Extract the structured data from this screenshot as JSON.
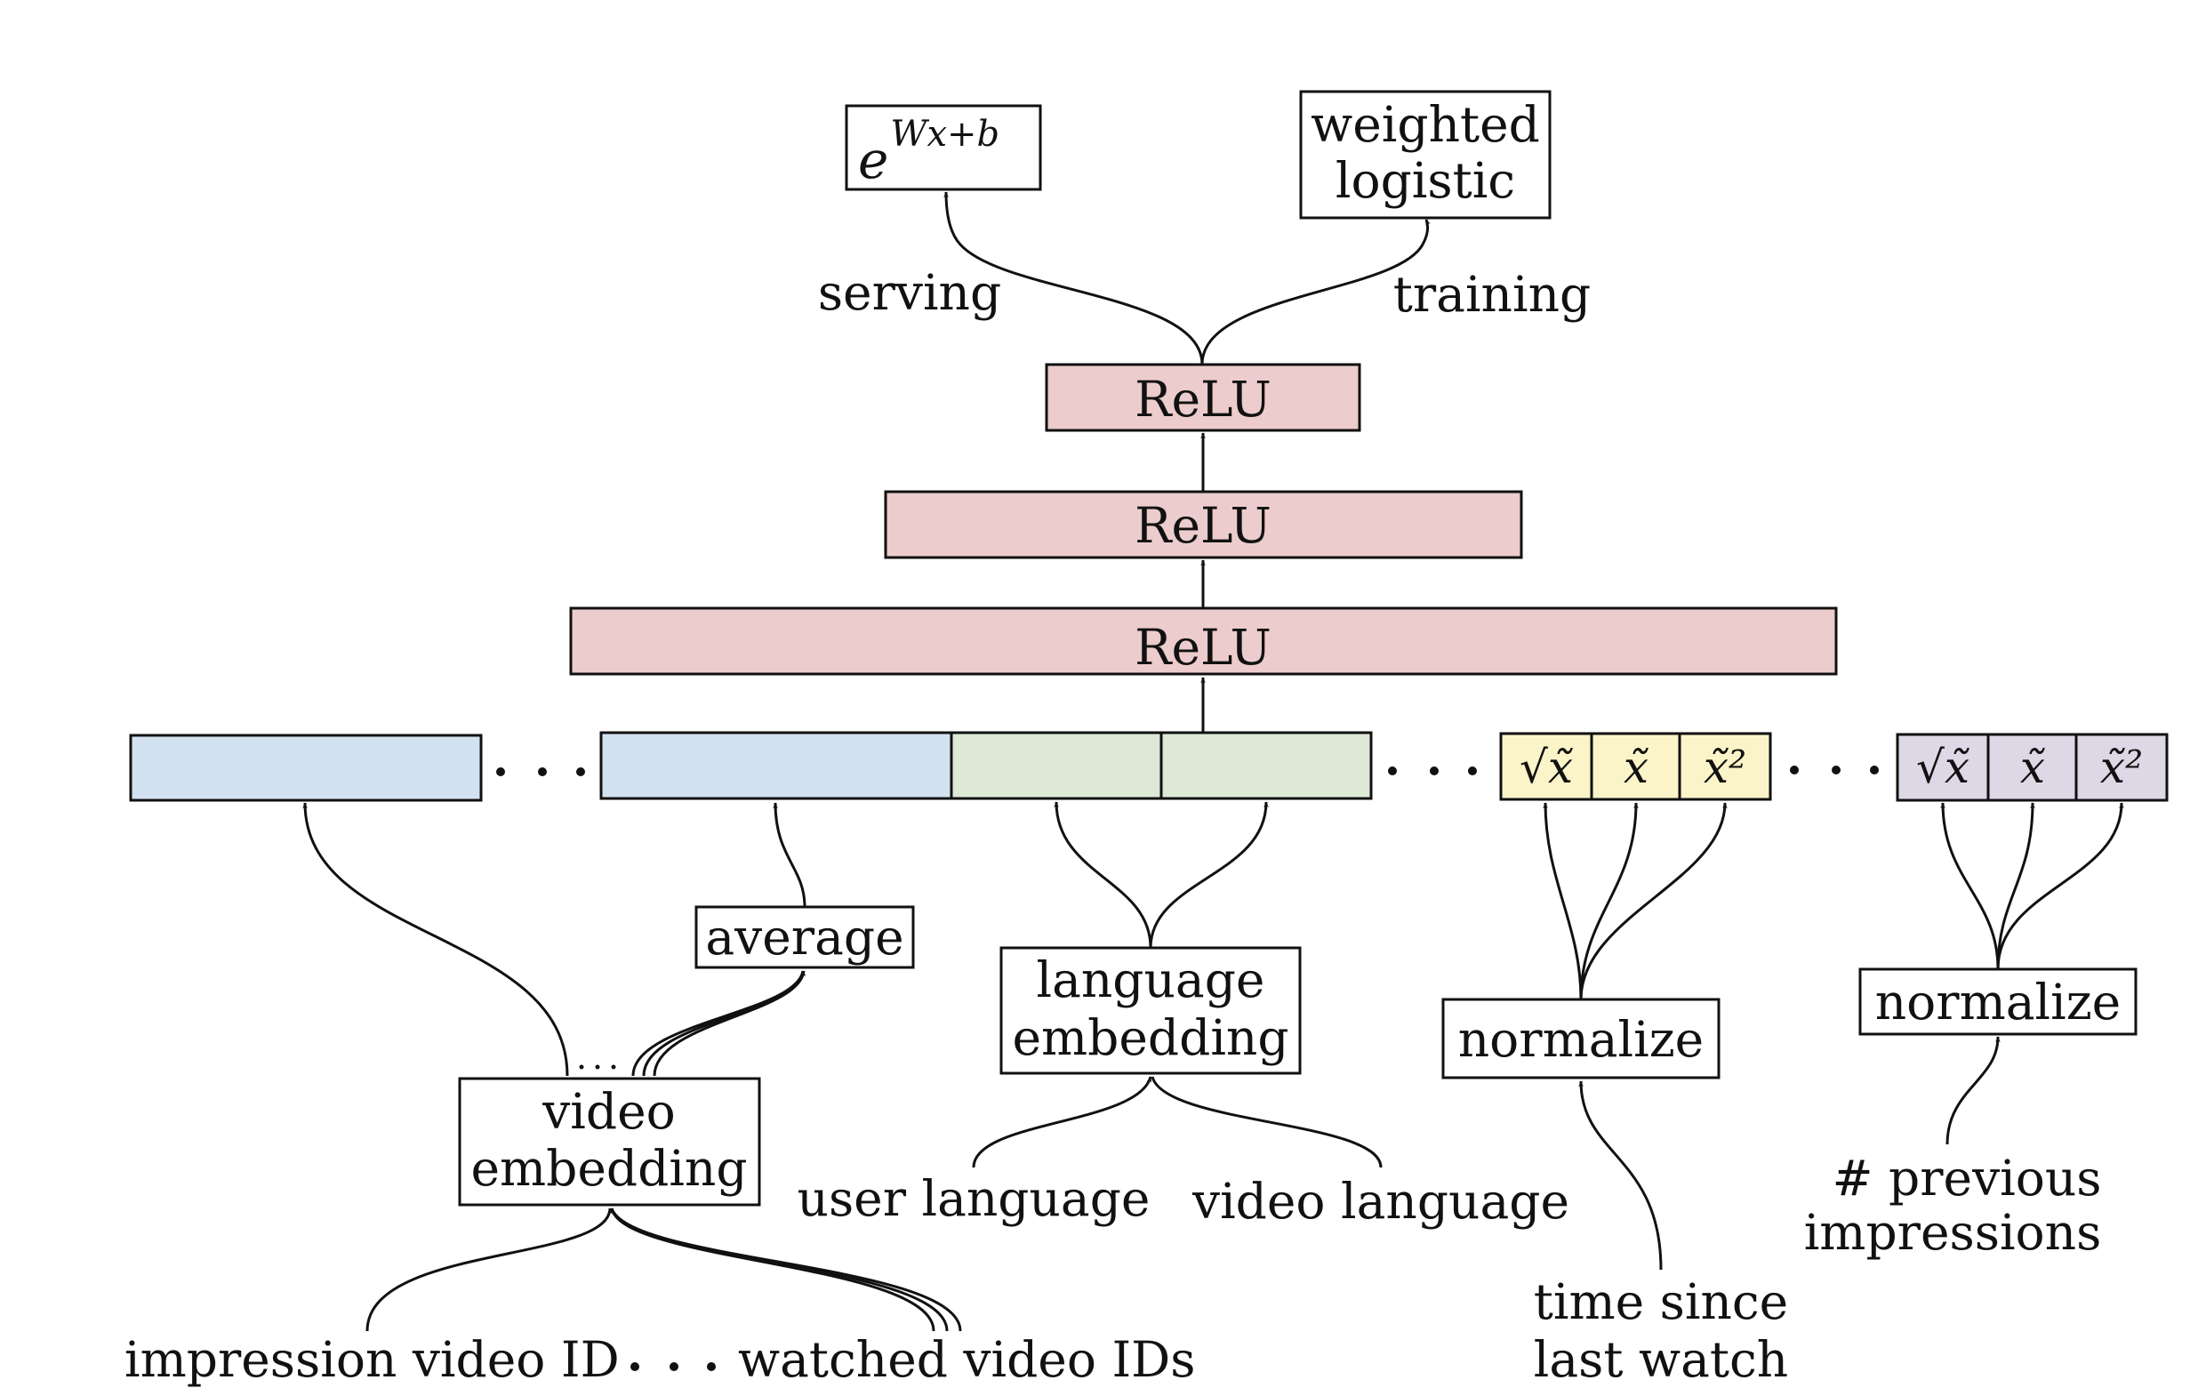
{
  "outputs": {
    "serving_formula": {
      "base": "e",
      "exponent": "Wx+b"
    },
    "training_box": [
      "weighted",
      "logistic"
    ],
    "serving_label": "serving",
    "training_label": "training"
  },
  "layers": [
    "ReLU",
    "ReLU",
    "ReLU"
  ],
  "feature_cells": {
    "transform_labels": [
      "√x̃",
      "x̃",
      "x̃²"
    ]
  },
  "nodes": {
    "average": "average",
    "video_embedding": [
      "video",
      "embedding"
    ],
    "language_embedding": [
      "language",
      "embedding"
    ],
    "normalize_time": "normalize",
    "normalize_impressions": "normalize"
  },
  "inputs": {
    "impression_video_id": "impression video ID",
    "watched_video_ids": "watched video IDs",
    "user_language": "user language",
    "video_language": "video language",
    "time_since_last_watch": [
      "time since",
      "last watch"
    ],
    "previous_impressions": [
      "# previous",
      "impressions"
    ]
  },
  "colors": {
    "relu_fill": "#eccccc",
    "video_fill": "#d3e2f0",
    "language_fill": "#dde8d6",
    "time_fill": "#fbf4c8",
    "impr_fill": "#ddd7e6",
    "video_border": "#2a4a8c",
    "language_border": "#4a7a34",
    "time_border": "#e8c44a",
    "impr_border": "#6a52a8"
  }
}
